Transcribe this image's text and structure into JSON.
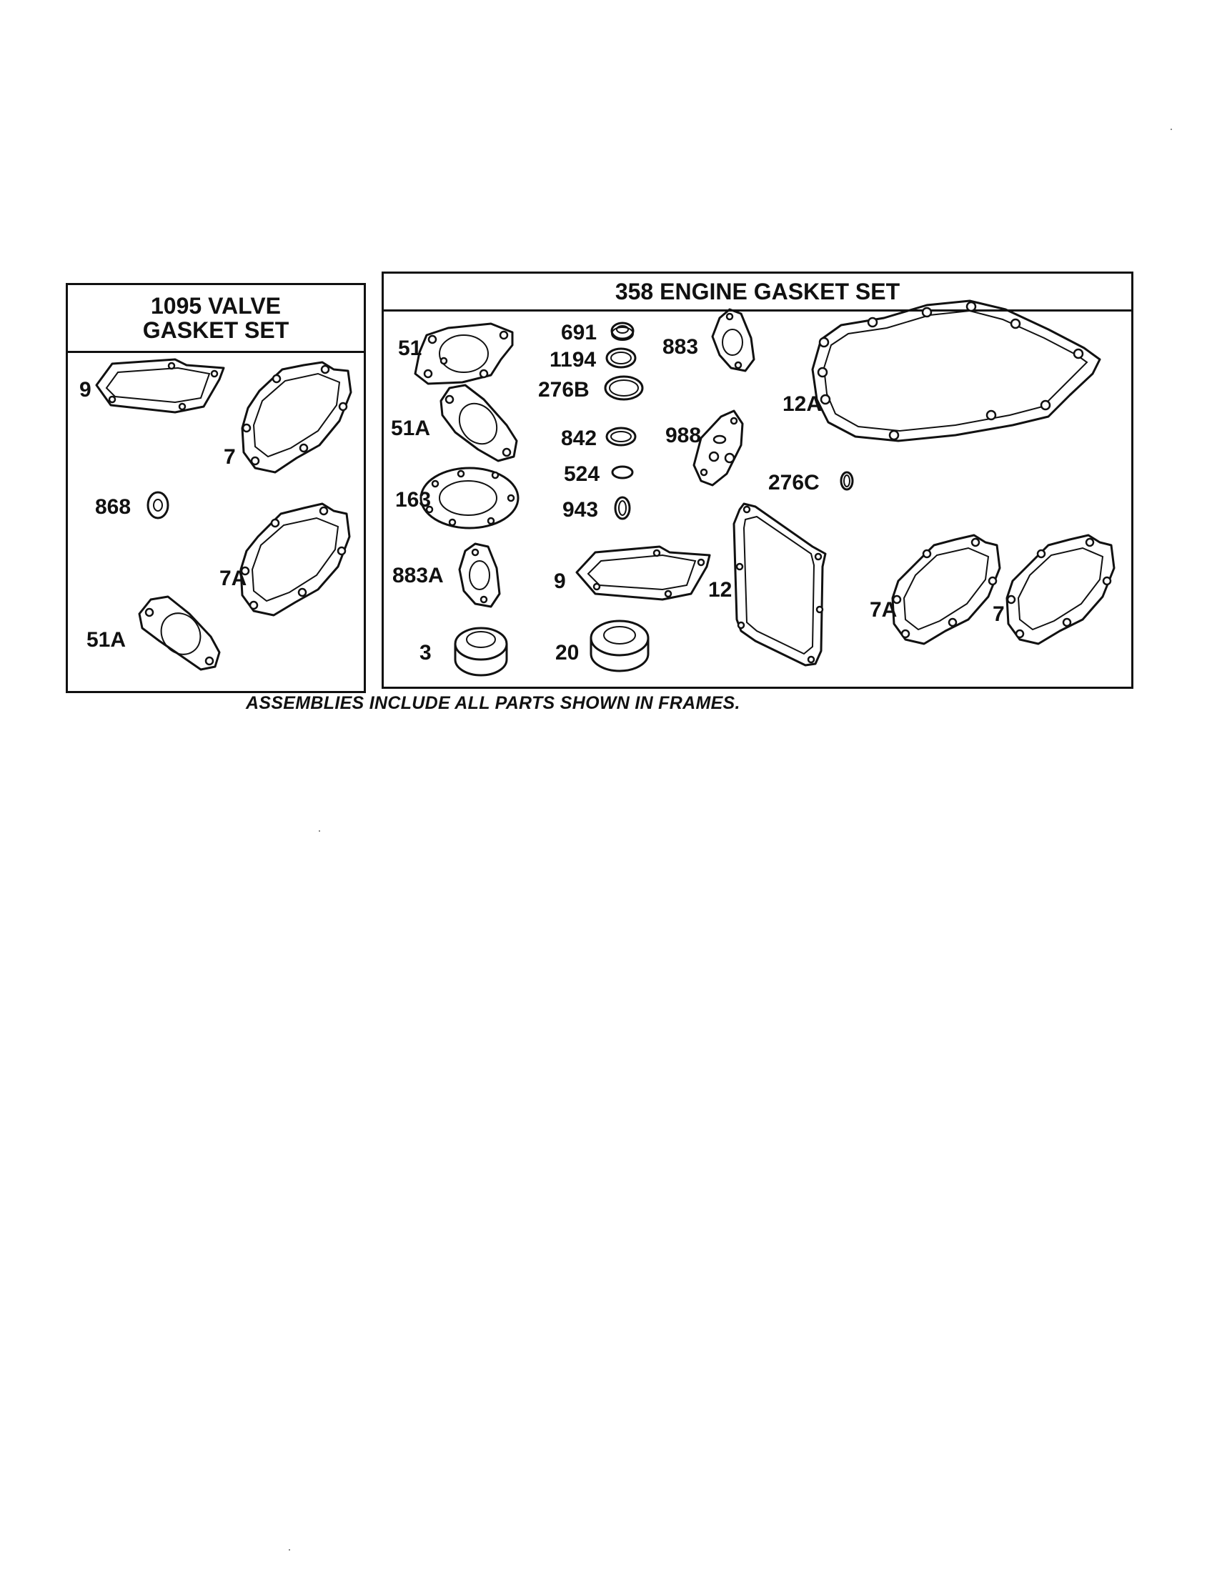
{
  "valve_set": {
    "title_line1": "1095 VALVE",
    "title_line2": "GASKET SET",
    "parts": [
      "9",
      "7",
      "868",
      "7A",
      "51A"
    ]
  },
  "engine_set": {
    "title": "358 ENGINE GASKET SET",
    "parts": [
      "51",
      "691",
      "1194",
      "883",
      "276B",
      "12A",
      "51A",
      "842",
      "988",
      "524",
      "276C",
      "163",
      "943",
      "883A",
      "9",
      "12",
      "7A",
      "7",
      "3",
      "20"
    ]
  },
  "footnote": "ASSEMBLIES INCLUDE ALL PARTS SHOWN IN FRAMES."
}
